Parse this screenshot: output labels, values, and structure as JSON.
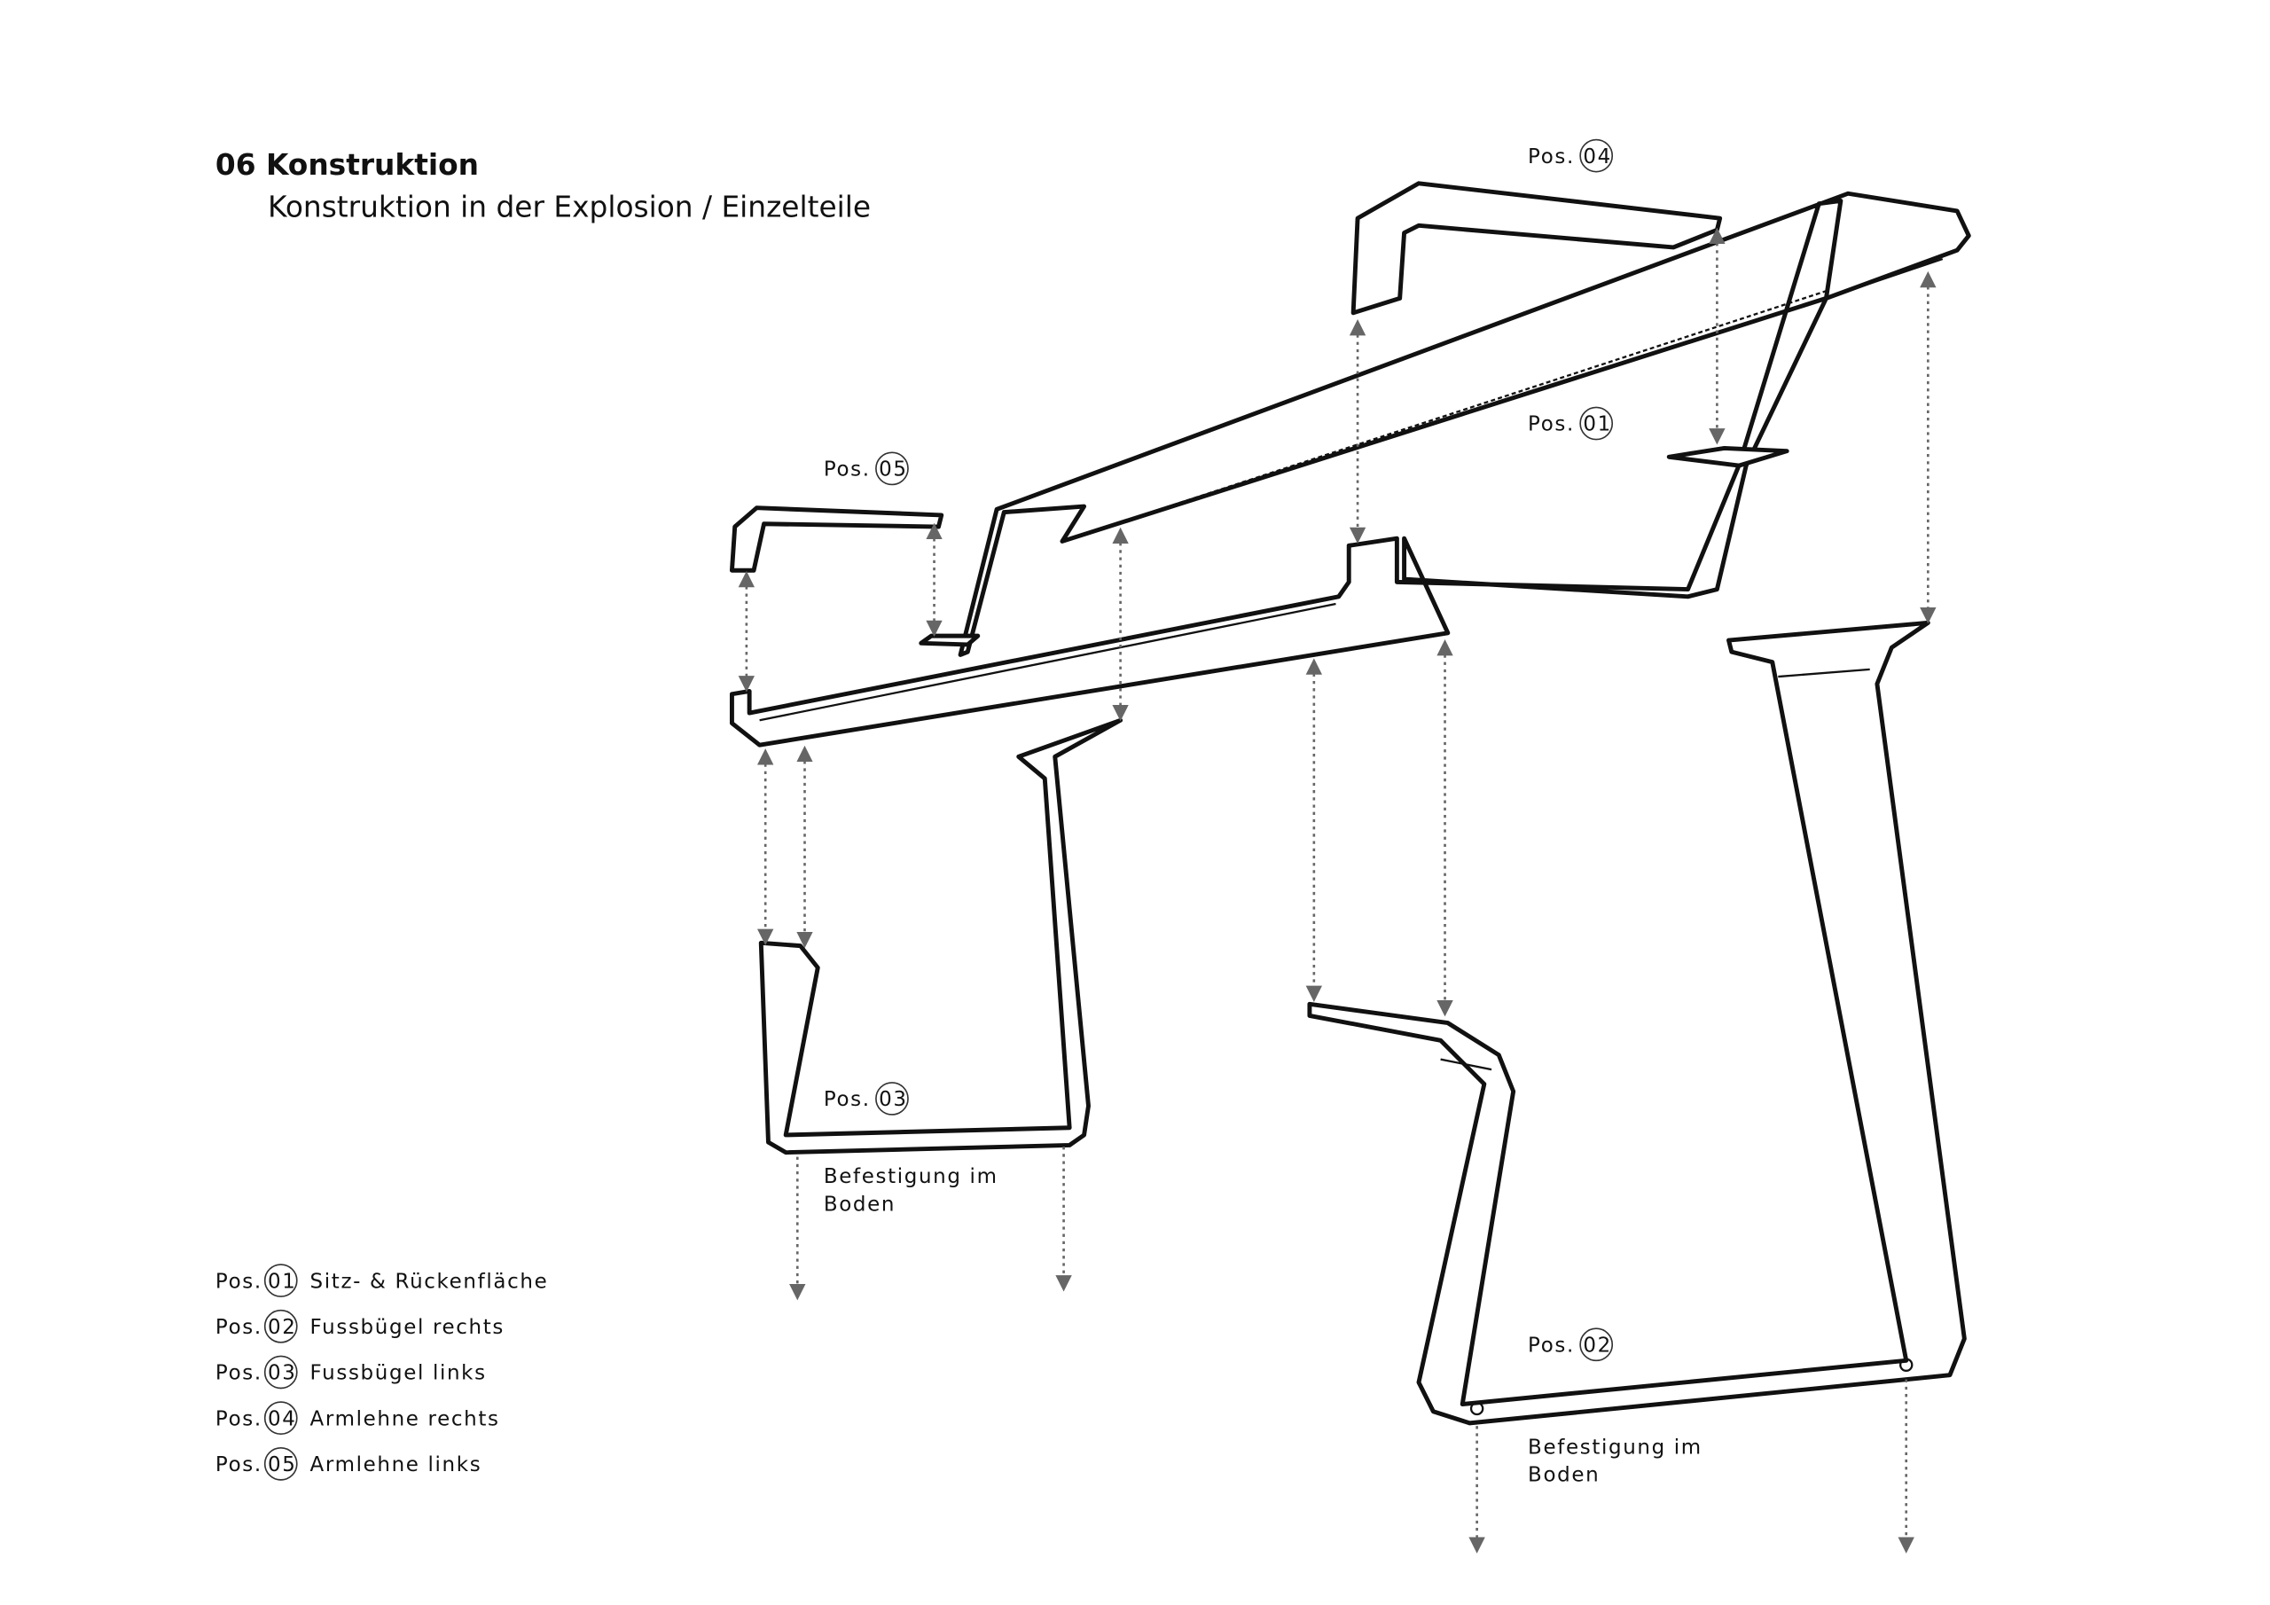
{
  "header": {
    "title": "06 Konstruktion",
    "subtitle": "Konstruktion in der Explosion / Einzelteile"
  },
  "pos_prefix": "Pos.",
  "callouts": {
    "pos01": "01",
    "pos02": "02",
    "pos03": "03",
    "pos04": "04",
    "pos05": "05"
  },
  "fastening_note": {
    "line1": "Befestigung im",
    "line2": "Boden"
  },
  "legend": [
    {
      "number": "01",
      "label": "Sitz- & Rückenfläche"
    },
    {
      "number": "02",
      "label": "Fussbügel rechts"
    },
    {
      "number": "03",
      "label": "Fussbügel links"
    },
    {
      "number": "04",
      "label": "Armlehne rechts"
    },
    {
      "number": "05",
      "label": "Armlehne links"
    }
  ],
  "colors": {
    "line": "#111111",
    "arrow": "#666666"
  }
}
